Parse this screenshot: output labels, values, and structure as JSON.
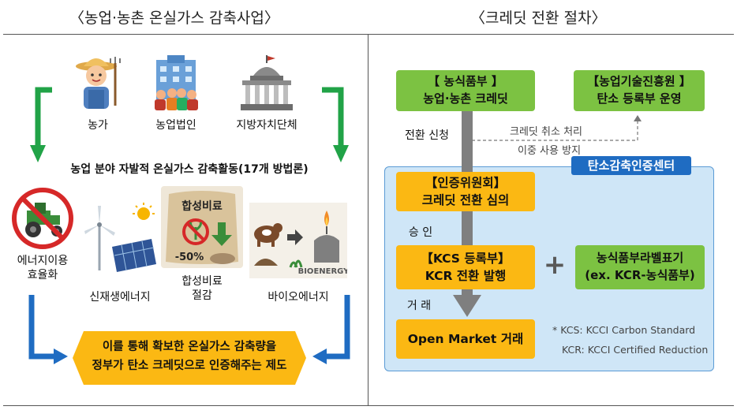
{
  "left": {
    "title": "〈농업·농촌 온실가스 감축사업〉",
    "actors": [
      {
        "label": "농가",
        "icon": "farmer-icon"
      },
      {
        "label": "농업법인",
        "icon": "corporation-building-icon"
      },
      {
        "label": "지방자치단체",
        "icon": "government-building-icon"
      }
    ],
    "activity_heading": "농업 분야 자발적 온실가스 감축활동(17개 방법론)",
    "activities": [
      {
        "label": "에너지이용\n효율화",
        "icon": "no-tractor-icon"
      },
      {
        "label": "신재생에너지",
        "icon": "wind-solar-icon"
      },
      {
        "label": "합성비료\n절감",
        "icon": "fertilizer-bag-icon",
        "bag_title": "합성비료",
        "bag_value": "-50%"
      },
      {
        "label": "바이오에너지",
        "icon": "bioenergy-icon",
        "bio_text": "BIOENERGY"
      }
    ],
    "summary": "이를 통해 확보한 온실가스 감축량을\n정부가 탄소 크레딧으로 인증해주는 제도"
  },
  "right": {
    "title": "〈크레딧 전환 절차〉",
    "ministry_box": "【 농식품부 】\n농업·농촌 크레딧",
    "tech_box": "【농업기술진흥원 】\n탄소 등록부 운영",
    "apply_label": "전환 신청",
    "cancel_label": "크레딧 취소 처리",
    "double_use_label": "이중 사용 방지",
    "center_label": "탄소감축인증센터",
    "committee_box": "【인증위원회】\n크레딧 전환 심의",
    "approve_label": "승 인",
    "kcs_box": "【KCS 등록부】\nKCR 전환 발행",
    "plus": "+",
    "label_box": "농식품부라벨표기\n(ex. KCR-농식품부)",
    "trade_label": "거 래",
    "market_box": "Open Market 거래",
    "note_kcs": "* KCS: KCCI Carbon Standard",
    "note_kcr": "KCR: KCCI Certified Reduction"
  },
  "colors": {
    "green_box": "#7cc242",
    "orange_box": "#fbb813",
    "center_bg": "#cfe6f7",
    "center_border": "#5b9bd5",
    "center_tab": "#1f6cc2",
    "green_arrow": "#21a347",
    "blue_arrow": "#1f6cc2",
    "gray_arrow": "#7f7f7f"
  }
}
